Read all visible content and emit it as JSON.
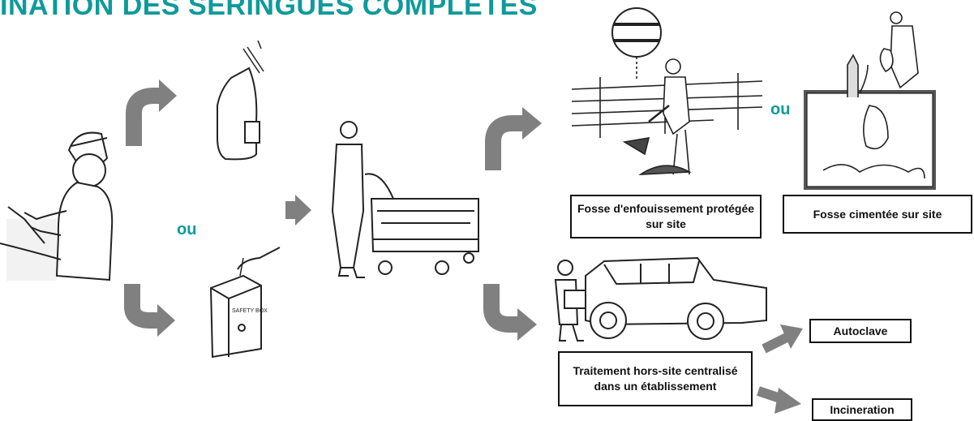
{
  "title": "INATION DES SERINGUES COMPLETES",
  "connectors": {
    "or_left": "ou",
    "or_right": "ou"
  },
  "labels": {
    "burial_pit": "Fosse d'enfouissement protégée sur site",
    "cement_pit": "Fosse cimentée sur site",
    "offsite": "Traitement hors-site centralisé dans un établissement",
    "autoclave": "Autoclave",
    "incineration": "Incineration"
  },
  "box_texts": {
    "safety_box": "SAFETY BOX"
  },
  "colors": {
    "accent": "#0e9a9a",
    "arrow": "#808080",
    "ink": "#222222"
  },
  "icons": [
    "worker-icon",
    "bottle-icon",
    "safety-box-icon",
    "cart-icon",
    "burial-pit-icon",
    "cement-pit-icon",
    "vehicle-icon"
  ]
}
